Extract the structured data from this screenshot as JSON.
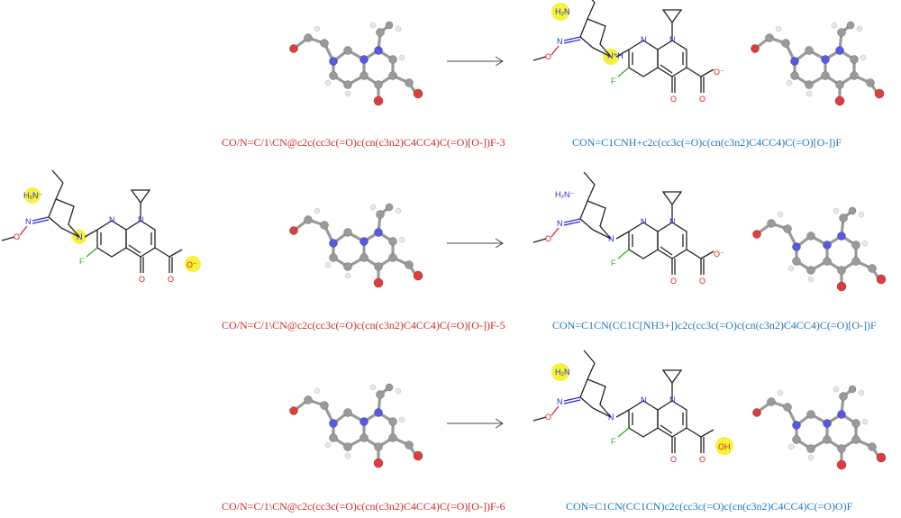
{
  "captions": {
    "row1_input": "CO/N=C/1\\CN@c2c(cc3c(=O)c(cn(c3n2)C4CC4)C(=O)[O-])F-3",
    "row1_output": "CON=C1CNH+c2c(cc3c(=O)c(cn(c3n2)C4CC4)C(=O)[O-])F",
    "row2_input": "CO/N=C/1\\CN@c2c(cc3c(=O)c(cn(c3n2)C4CC4)C(=O)[O-])F-5",
    "row2_output": "CON=C1CN(CC1C[NH3+])c2c(cc3c(=O)c(cn(c3n2)C4CC4)C(=O)[O-])F",
    "row3_input": "CO/N=C/1\\CN@c2c(cc3c(=O)c(cn(c3n2)C4CC4)C(=O)[O-])F-6",
    "row3_output": "CON=C1CN(CC1CN)c2c(cc3c(=O)c(cn(c3n2)C4CC4)C(=O)O)F"
  },
  "atom_labels": {
    "n": "N",
    "o": "O",
    "f": "F",
    "nh2": "H₂N",
    "h2n_minus": "H₂N⁻",
    "nh_plus": "N⁺H",
    "o_minus": "O⁻",
    "oh": "OH"
  },
  "colors": {
    "input_caption": "#cc2a2a",
    "output_caption": "#2277bb",
    "highlight": "#f4f01a",
    "nitrogen": "#2a2ad0",
    "oxygen": "#dd2222",
    "fluorine": "#2bb02b"
  },
  "icons": [
    "right-arrow-icon"
  ]
}
